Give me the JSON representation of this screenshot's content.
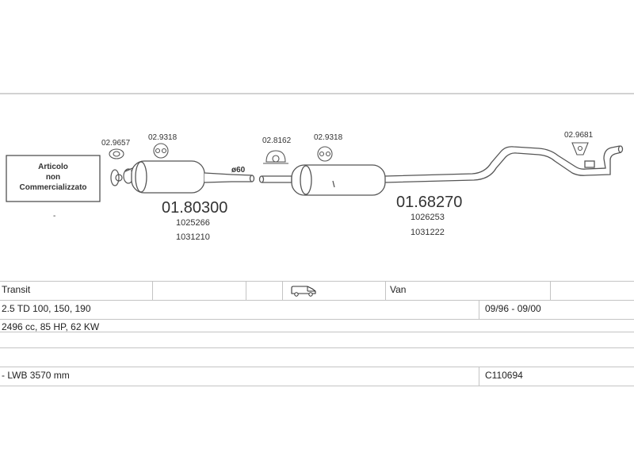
{
  "diagram": {
    "not_available_box": {
      "line1": "Articolo",
      "line2": "non",
      "line3": "Commercializzato"
    },
    "dash_mark": "-",
    "diameter_label": "ø60",
    "parts": [
      {
        "code": "02.9657"
      },
      {
        "code": "02.9318"
      },
      {
        "code": "02.8162"
      },
      {
        "code": "02.9318"
      },
      {
        "code": "02.9681"
      }
    ],
    "assemblies": [
      {
        "code": "01.80300",
        "refs": [
          "1025266",
          "1031210"
        ]
      },
      {
        "code": "01.68270",
        "refs": [
          "1026253",
          "1031222"
        ]
      }
    ]
  },
  "vehicle": {
    "model": "Transit",
    "body_type": "Van",
    "body_icon": "van-icon",
    "engine": "2.5 TD 100, 150, 190",
    "years": "09/96 - 09/00",
    "specs": "2496 cc, 85 HP, 62 KW",
    "wheelbase": "- LWB 3570 mm",
    "catalog_code": "C110694"
  },
  "colors": {
    "line": "#555555",
    "grid": "#c4c4c4",
    "text": "#222222"
  }
}
